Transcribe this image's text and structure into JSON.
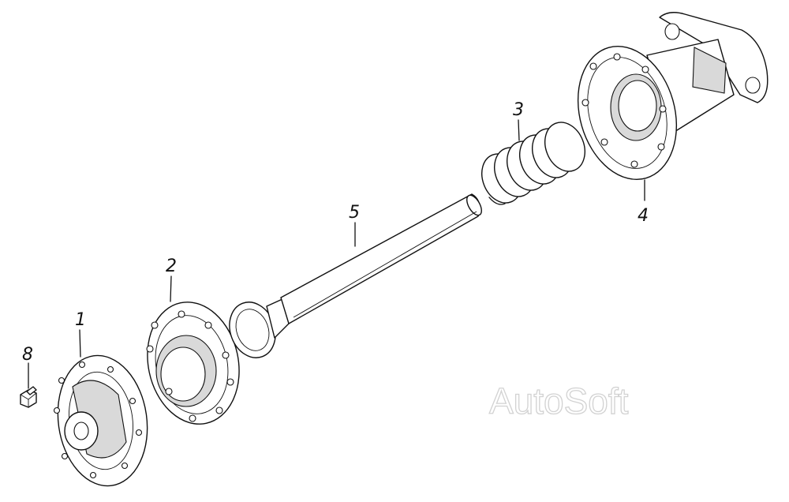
{
  "callouts": [
    {
      "id": "1",
      "label": "1"
    },
    {
      "id": "2",
      "label": "2"
    },
    {
      "id": "3",
      "label": "3"
    },
    {
      "id": "4",
      "label": "4"
    },
    {
      "id": "5",
      "label": "5"
    },
    {
      "id": "8",
      "label": "8"
    }
  ],
  "watermark": "AutoSoft",
  "colors": {
    "line": "#111111",
    "background": "#ffffff",
    "watermark": "#d2d2d2"
  }
}
